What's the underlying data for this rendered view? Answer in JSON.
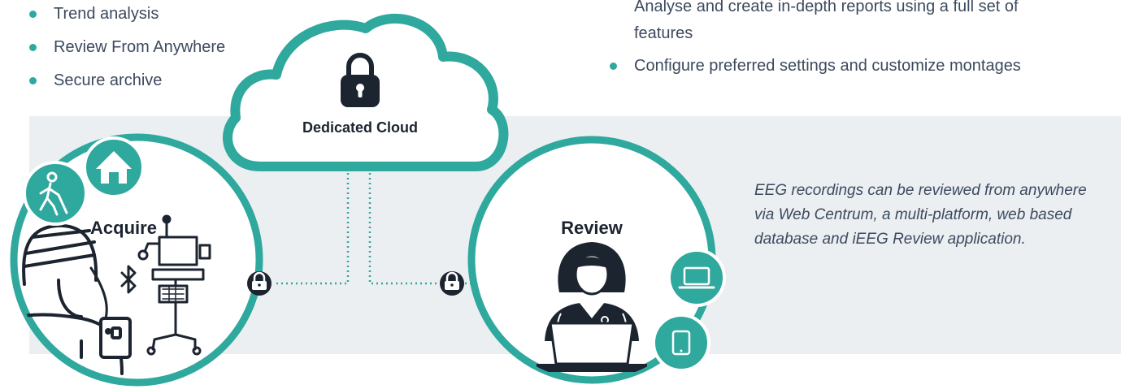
{
  "left_features": [
    {
      "text": "Trend analysis"
    },
    {
      "text": "Review From Anywhere"
    },
    {
      "text": "Secure archive"
    }
  ],
  "right_features": [
    {
      "text": "Analyse and create in-depth reports using a full set of",
      "continued": "features"
    },
    {
      "text": "Configure preferred settings and customize montages"
    }
  ],
  "cloud": {
    "label": "Dedicated Cloud",
    "icon": "lock-icon"
  },
  "acquire": {
    "label": "Acquire",
    "icons": [
      "walking-person-icon",
      "home-icon",
      "patient-eeg-headset-icon",
      "bluetooth-icon",
      "eeg-cart-icon",
      "portable-amplifier-icon"
    ]
  },
  "review": {
    "label": "Review",
    "icons": [
      "clinician-with-laptop-icon",
      "laptop-icon",
      "tablet-icon"
    ]
  },
  "connections": {
    "icon": "lock-icon"
  },
  "description": "EEG recordings can be reviewed from anywhere via Web Centrum, a multi-platform, web based database and iEEG Review application.",
  "colors": {
    "teal": "#2fa89e",
    "dark": "#1c2430",
    "text": "#3c4a5e",
    "band": "#eceff2"
  }
}
